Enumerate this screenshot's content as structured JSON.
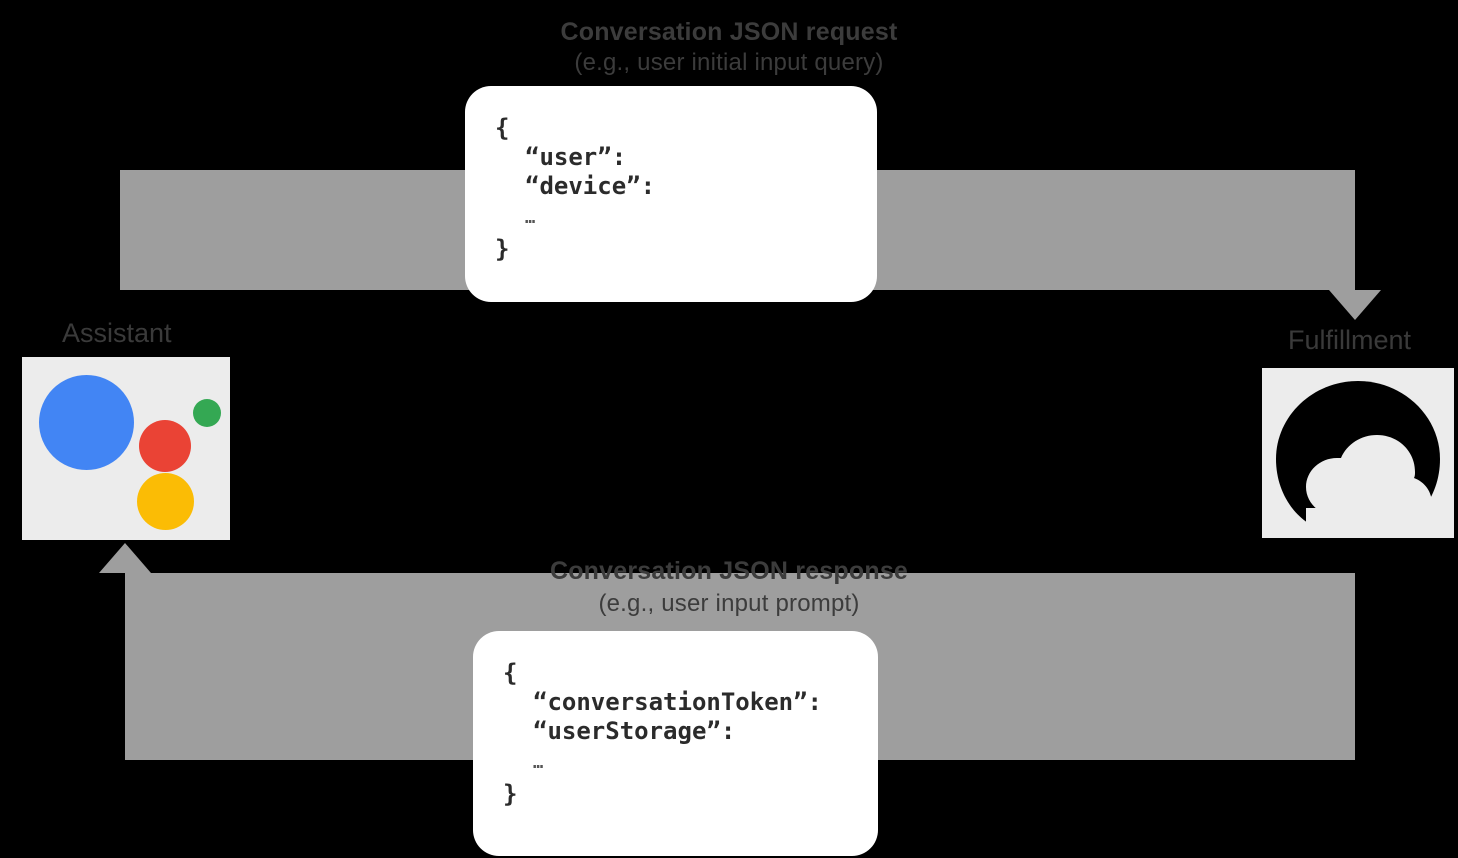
{
  "diagram": {
    "background_color": "#000000",
    "flow_color": "#9e9e9e",
    "text_color": "#3c3c3c",
    "request_flow": {
      "title": "Conversation JSON request",
      "subtitle": "(e.g., user initial input query)",
      "direction": "assistant-to-fulfillment"
    },
    "response_flow": {
      "title": "Conversation JSON response",
      "subtitle": "(e.g., user input prompt)",
      "direction": "fulfillment-to-assistant"
    },
    "nodes": [
      {
        "id": "assistant",
        "label": "Assistant",
        "icon": "google-assistant-logo"
      },
      {
        "id": "fulfillment",
        "label": "Fulfillment",
        "icon": "cloud-icon"
      }
    ],
    "request_payload": {
      "open_brace": "{",
      "fields": [
        "“user”:",
        "“device”:"
      ],
      "ellipsis": "…",
      "close_brace": "}"
    },
    "response_payload": {
      "open_brace": "{",
      "fields": [
        "“conversationToken”:",
        "“userStorage”:"
      ],
      "ellipsis": "…",
      "close_brace": "}"
    },
    "assistant_logo": {
      "background": "#ececec",
      "dots": [
        {
          "name": "blue-dot",
          "color": "#4285F4"
        },
        {
          "name": "red-dot",
          "color": "#EA4335"
        },
        {
          "name": "green-dot",
          "color": "#34A853"
        },
        {
          "name": "yellow-dot",
          "color": "#FBBC05"
        }
      ]
    },
    "cloud_icon": {
      "background": "#ececec",
      "color": "#000000"
    }
  }
}
